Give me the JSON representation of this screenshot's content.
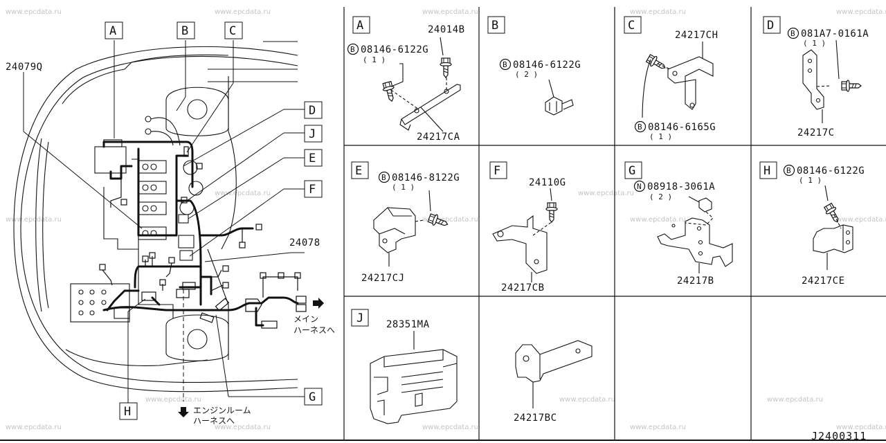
{
  "watermark": "www.epcdata.ru",
  "diagram_code": "J2400311",
  "main": {
    "labels": {
      "harness_main": "24079Q",
      "harness_sub": "24078"
    },
    "callouts": [
      "A",
      "B",
      "C",
      "D",
      "J",
      "E",
      "F",
      "H",
      "G"
    ],
    "notes": {
      "main_harness_1": "メイン",
      "main_harness_2": "ハーネスへ",
      "engine_room_1": "エンジンルーム",
      "engine_room_2": "ハーネスへ"
    }
  },
  "details": [
    {
      "letter": "A",
      "parts": [
        "24014B",
        "24217CA"
      ],
      "bolts": [
        {
          "prefix": "B",
          "code": "08146-6122G",
          "qty": "( 1 )"
        }
      ]
    },
    {
      "letter": "B",
      "parts": [],
      "bolts": [
        {
          "prefix": "B",
          "code": "08146-6122G",
          "qty": "( 2 )"
        }
      ]
    },
    {
      "letter": "C",
      "parts": [
        "24217CH"
      ],
      "bolts": [
        {
          "prefix": "B",
          "code": "08146-6165G",
          "qty": "( 1 )"
        }
      ]
    },
    {
      "letter": "D",
      "parts": [
        "24217C"
      ],
      "bolts": [
        {
          "prefix": "B",
          "code": "081A7-0161A",
          "qty": "( 1 )"
        }
      ]
    },
    {
      "letter": "E",
      "parts": [
        "24217CJ"
      ],
      "bolts": [
        {
          "prefix": "B",
          "code": "08146-8122G",
          "qty": "( 1 )"
        }
      ]
    },
    {
      "letter": "F",
      "parts": [
        "24110G",
        "24217CB"
      ],
      "bolts": []
    },
    {
      "letter": "G",
      "parts": [
        "24217B"
      ],
      "bolts": [
        {
          "prefix": "N",
          "code": "08918-3061A",
          "qty": "( 2 )"
        }
      ]
    },
    {
      "letter": "H",
      "parts": [
        "24217CE"
      ],
      "bolts": [
        {
          "prefix": "B",
          "code": "08146-6122G",
          "qty": "( 1 )"
        }
      ]
    },
    {
      "letter": "J",
      "parts": [
        "28351MA",
        "24217BC"
      ],
      "bolts": []
    }
  ]
}
